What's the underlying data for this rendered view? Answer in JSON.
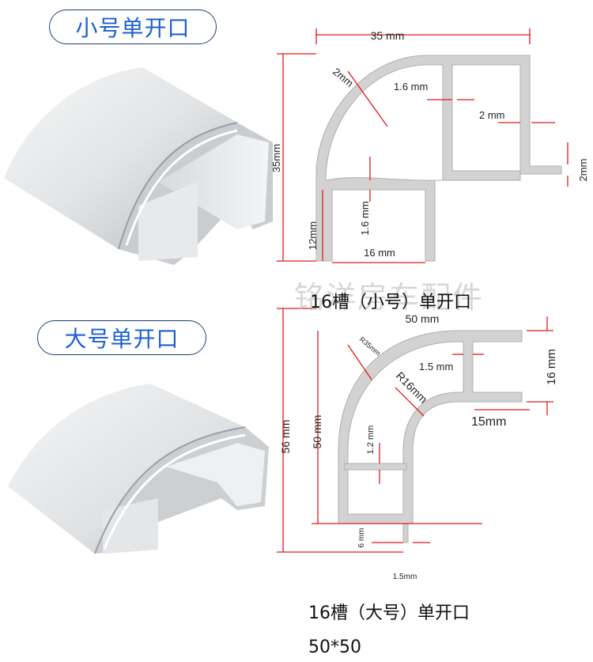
{
  "labels": {
    "small_title": "小号单开口",
    "large_title": "大号单开口",
    "small_caption": "16槽（小号）单开口",
    "large_caption": "16槽（大号）单开口",
    "large_size": "50*50",
    "watermark": "铭洋房车配件"
  },
  "small_dims": {
    "width": "35 mm",
    "height": "35mm",
    "radius_wall": "2mm",
    "inner_wall": "1.6 mm",
    "side_wall": "2 mm",
    "tab": "2mm",
    "slot_depth": "12mm",
    "slot_wall": "1.6 mm",
    "slot_width": "16 mm"
  },
  "large_dims": {
    "top_width": "50 mm",
    "outer_radius": "R35mm",
    "inner_radius": "R16mm",
    "inner_wall": "1.5 mm",
    "side_height": "16 mm",
    "side_width": "15mm",
    "total_height": "56 mm",
    "body_height": "50 mm",
    "slot_wall": "1.2 mm",
    "slot_depth": "6 mm",
    "slot_gap": "1.5mm"
  },
  "colors": {
    "accent_blue": "#1b5fd1",
    "dim_red": "#e01a1a",
    "profile_gray": "#d2d2d2"
  }
}
